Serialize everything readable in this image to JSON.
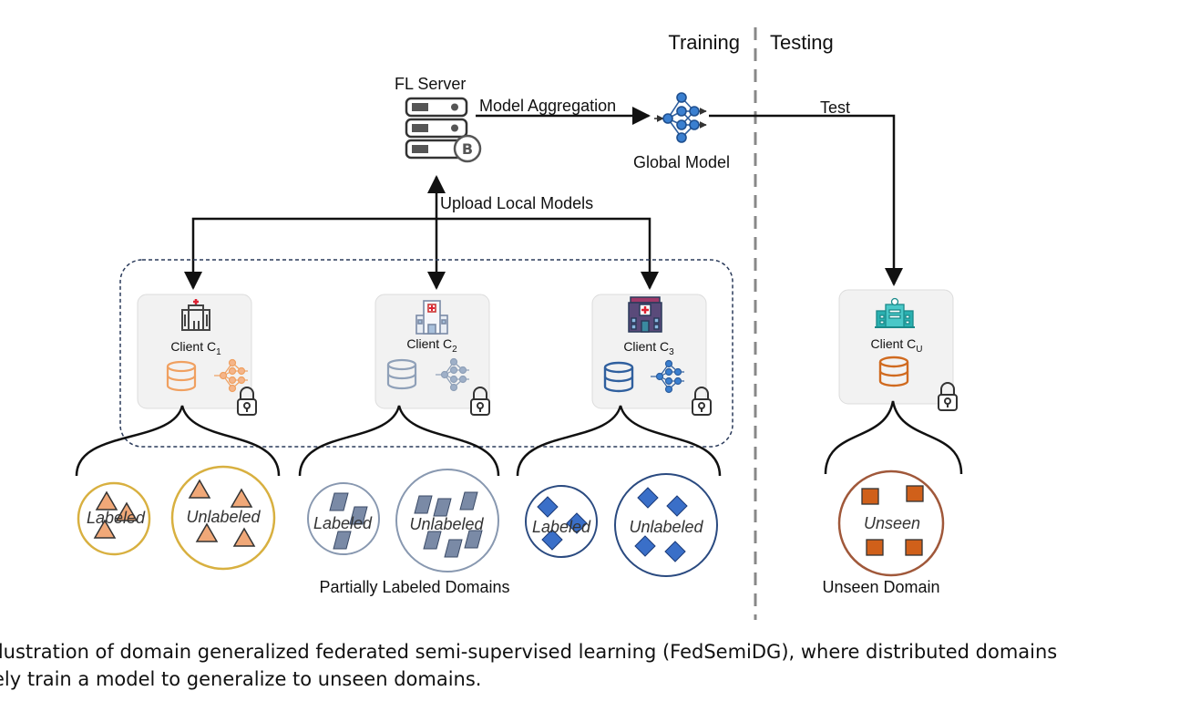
{
  "phase_labels": {
    "training": "Training",
    "testing": "Testing"
  },
  "server": {
    "label": "FL Server"
  },
  "edges": {
    "model_aggregation": "Model Aggregation",
    "upload_local_models": "Upload Local Models",
    "test": "Test"
  },
  "global_model": {
    "label": "Global Model"
  },
  "clients": [
    {
      "label": "Client C",
      "subscript": "1",
      "accent": "#f0a060"
    },
    {
      "label": "Client C",
      "subscript": "2",
      "accent": "#8fa0b8"
    },
    {
      "label": "Client C",
      "subscript": "3",
      "accent": "#2f5f9e"
    }
  ],
  "unseen_client": {
    "label": "Client C",
    "subscript": "U",
    "accent": "#d06a1f"
  },
  "domains": {
    "labeled": "Labeled",
    "unlabeled": "Unlabeled",
    "unseen": "Unseen",
    "partially_labeled_caption": "Partially Labeled Domains",
    "unseen_caption": "Unseen Domain"
  },
  "caption": {
    "line1": "llustration of domain generalized federated semi-supervised learning (FedSemiDG), where distributed domains",
    "line2": "ely train a model to generalize to unseen domains."
  },
  "colors": {
    "triangle": "#f0a878",
    "triangle_circle": "#d8b040",
    "parallelogram": "#7a8aa6",
    "parallelogram_circle": "#8898b0",
    "diamond": "#3a6fc8",
    "diamond_circle": "#2a4a80",
    "square": "#d0601a",
    "square_circle": "#a0583a"
  }
}
